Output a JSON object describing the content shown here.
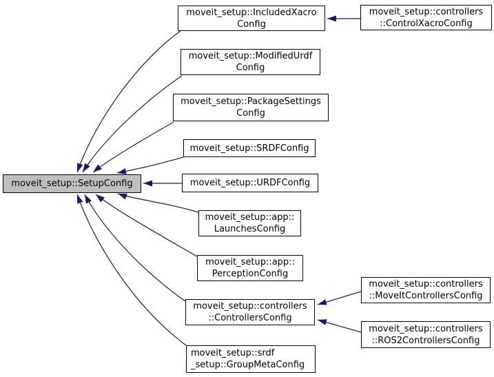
{
  "diagram": {
    "title": "moveit_setup::SetupConfig inheritance graph"
  },
  "colors": {
    "arrow": "#191970",
    "node_border": "#000000",
    "node_fill": "#ffffff",
    "highlight_fill": "#bfbfbf",
    "text": "#000000",
    "background": "#ffffff"
  },
  "nodes": {
    "setup": {
      "line1": "moveit_setup::SetupConfig"
    },
    "included_xacro": {
      "line1": "moveit_setup::IncludedXacro",
      "line2": "Config"
    },
    "control_xacro": {
      "line1": "moveit_setup::controllers",
      "line2": "::ControlXacroConfig"
    },
    "modified_urdf": {
      "line1": "moveit_setup::ModifiedUrdf",
      "line2": "Config"
    },
    "package_settings": {
      "line1": "moveit_setup::PackageSettings",
      "line2": "Config"
    },
    "srdf": {
      "line1": "moveit_setup::SRDFConfig"
    },
    "urdf": {
      "line1": "moveit_setup::URDFConfig"
    },
    "launches": {
      "line1": "moveit_setup::app::",
      "line2": "LaunchesConfig"
    },
    "perception": {
      "line1": "moveit_setup::app::",
      "line2": "PerceptionConfig"
    },
    "controllers": {
      "line1": "moveit_setup::controllers",
      "line2": "::ControllersConfig"
    },
    "group_meta": {
      "line1": "moveit_setup::srdf",
      "line2": "_setup::GroupMetaConfig"
    },
    "moveit_controllers": {
      "line1": "moveit_setup::controllers",
      "line2": "::MoveItControllersConfig"
    },
    "ros2_controllers": {
      "line1": "moveit_setup::controllers",
      "line2": "::ROS2ControllersConfig"
    }
  },
  "edges": [
    {
      "from": "moveit_setup::IncludedXacroConfig",
      "to": "moveit_setup::SetupConfig"
    },
    {
      "from": "moveit_setup::ModifiedUrdfConfig",
      "to": "moveit_setup::SetupConfig"
    },
    {
      "from": "moveit_setup::PackageSettingsConfig",
      "to": "moveit_setup::SetupConfig"
    },
    {
      "from": "moveit_setup::SRDFConfig",
      "to": "moveit_setup::SetupConfig"
    },
    {
      "from": "moveit_setup::URDFConfig",
      "to": "moveit_setup::SetupConfig"
    },
    {
      "from": "moveit_setup::app::LaunchesConfig",
      "to": "moveit_setup::SetupConfig"
    },
    {
      "from": "moveit_setup::app::PerceptionConfig",
      "to": "moveit_setup::SetupConfig"
    },
    {
      "from": "moveit_setup::controllers::ControllersConfig",
      "to": "moveit_setup::SetupConfig"
    },
    {
      "from": "moveit_setup::srdf_setup::GroupMetaConfig",
      "to": "moveit_setup::SetupConfig"
    },
    {
      "from": "moveit_setup::controllers::ControlXacroConfig",
      "to": "moveit_setup::IncludedXacroConfig"
    },
    {
      "from": "moveit_setup::controllers::MoveItControllersConfig",
      "to": "moveit_setup::controllers::ControllersConfig"
    },
    {
      "from": "moveit_setup::controllers::ROS2ControllersConfig",
      "to": "moveit_setup::controllers::ControllersConfig"
    }
  ]
}
